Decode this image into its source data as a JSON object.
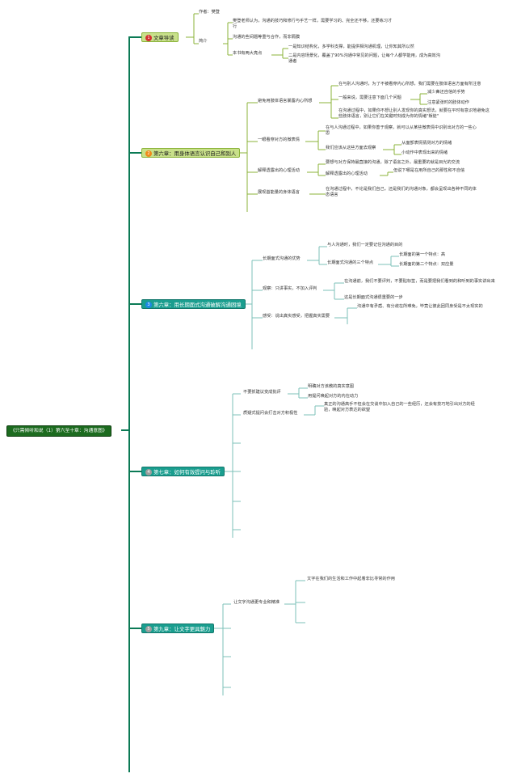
{
  "root": {
    "label": "《只需倾听和说（1）第六至十章：沟通意图》"
  },
  "chapters": [
    {
      "label": "文章导读",
      "badge": "1",
      "badge_color": "#d32f2f",
      "bg": "#c8e08a",
      "border": "#8bb339",
      "text_color": "#1a1a1a"
    },
    {
      "label": "第六章：用身体语言认识自己和别人",
      "badge": "2",
      "badge_color": "#ef8a1a",
      "bg": "#c8e08a",
      "border": "#8bb339",
      "text_color": "#1a1a1a"
    },
    {
      "label": "第六章：用长期面式沟通破解沟通困境",
      "badge": "3",
      "badge_color": "#1e88e5",
      "bg": "#1a9e8f",
      "border": "#13786c",
      "text_color": "#ffffff"
    },
    {
      "label": "第七章：如何有效提问与聆听",
      "badge": "4",
      "badge_color": "#9e9e9e",
      "bg": "#1a9e8f",
      "border": "#13786c",
      "text_color": "#ffffff"
    },
    {
      "label": "第九章：让文字更具魅力",
      "badge": "5",
      "badge_color": "#9e9e9e",
      "bg": "#1a9e8f",
      "border": "#13786c",
      "text_color": "#ffffff"
    }
  ],
  "ch1": {
    "author": "作者：樊登",
    "intro": "简介",
    "intro_1": "樊登老师认为，沟通的技巧和修行与手艺一样，需要学习的、完全还不够，还要练习才行",
    "intro_2": "沟通的些间题等重与合作，而非隔膜",
    "intro_3": "本书有两大亮点",
    "intro_3a": "一是知识结构化，多学科支撑，能提供相沟通机理，让你知其所以然",
    "intro_3b": "二是内容场景化，覆盖了90%沟通中常见的问题，让每个人都学能用，成为高效沟通者"
  },
  "ch2": {
    "a": "避免用肢体语言暴露内心所想",
    "a1": "在与别人沟通时，为了不被看穿内心所想，我们需要在肢体语言方面有所注意",
    "a2": "一般来说，需要注意下面几个问题",
    "a2a": "减少鼻还自信的手势",
    "a2b": "注意紧张时的肢体动作",
    "a3": "在沟通过程中，如果你不想让别人发现你的真实想法，就要在平时有意识地避免这些肢体语言，别让它们在关键时刻成为你的情绪\"叛徒\"",
    "b": "一眼看穿对方的微表情",
    "b1": "在与人沟通过程中，如果你善于观察，就可以从某些微表情中识别出对方的一些心思",
    "b2": "我们应该从这些方面去观察",
    "b2a": "从面部表情猜测对方的情绪",
    "b2b": "小动作中表现出来的情绪",
    "c": "解释透露出的心理活动",
    "c1": "要想与对方保持最直接的沟通，除了语言之外，最重要的就是目光的交流",
    "c2": "解释透露出的心理活动",
    "c2a": "但说下哪是在用所自己的那性和不自信",
    "d": "展现首能量的身体语言",
    "d1": "在沟通过程中，不论是我们自己，还是我们的沟通对象，都会呈现出各种不同的体态语言"
  },
  "ch3": {
    "a": "长期面式沟通的优势",
    "a1": "与人沟通时，我们一定要记住沟通的目的",
    "a2": "长期面式沟通的三个特点",
    "a2a": "长期面的第一个特点：高",
    "a2b": "长期面的第二个特点：双应量",
    "b": "观察：只讲事实，不加入评判",
    "b1": "在沟通前，我们不要评判，不要贴标签，而是要把我们看到的和听到的事实讲出来",
    "b2": "这是长期面式沟通很重要的一步",
    "c": "感受：说出真实感受，把握真实需要",
    "c1": "沟通中有矛盾、有分歧在所难免，毕竟让彼此团同身受是不太现实的"
  },
  "ch4": {
    "a": "不要抓建议变成批评",
    "a1": "明确对方该教的真实意图",
    "a2": "用提问唤起对方的内在动力",
    "b": "质疑式提问会打击对方积极性",
    "b1": "真正的沟通高手不但会在交谈中加入自己的一些经历，还会有技巧地引出对方的经验，唤起对方表达的欲望"
  },
  "ch5": {
    "a": "让文字沟通更专业和精准",
    "a1": "文字在我们的生活和工作中起着非比寻常的作用"
  },
  "colors": {
    "trunk": "#0b7a55",
    "ch1_line": "#8bb339",
    "ch2_line": "#8bb339",
    "ch3_line": "#7cc2b8",
    "ch4_line": "#7cc2b8",
    "ch5_line": "#7cc2b8"
  }
}
